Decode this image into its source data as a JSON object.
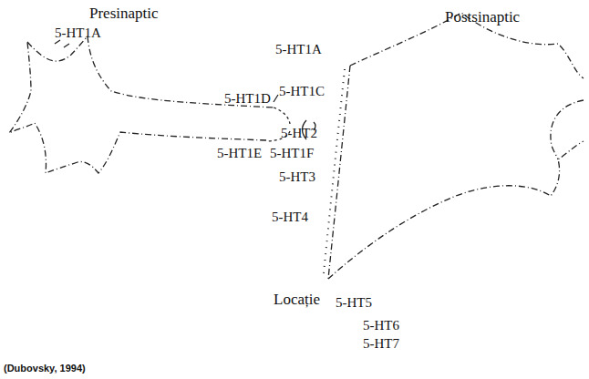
{
  "diagram": {
    "labels": [
      "Presinaptic",
      "5-HT1A",
      "5-HT1D",
      "5-HT1E",
      "5-HT1F",
      "Postsinaptic",
      "5-HT1A",
      "5-HT1C",
      "5-HT2",
      "5-HT3",
      "5-HT4",
      "Locație",
      "5-HT5",
      "5-HT6",
      "5-HT7",
      "(Dubovsky, 1994)"
    ]
  }
}
